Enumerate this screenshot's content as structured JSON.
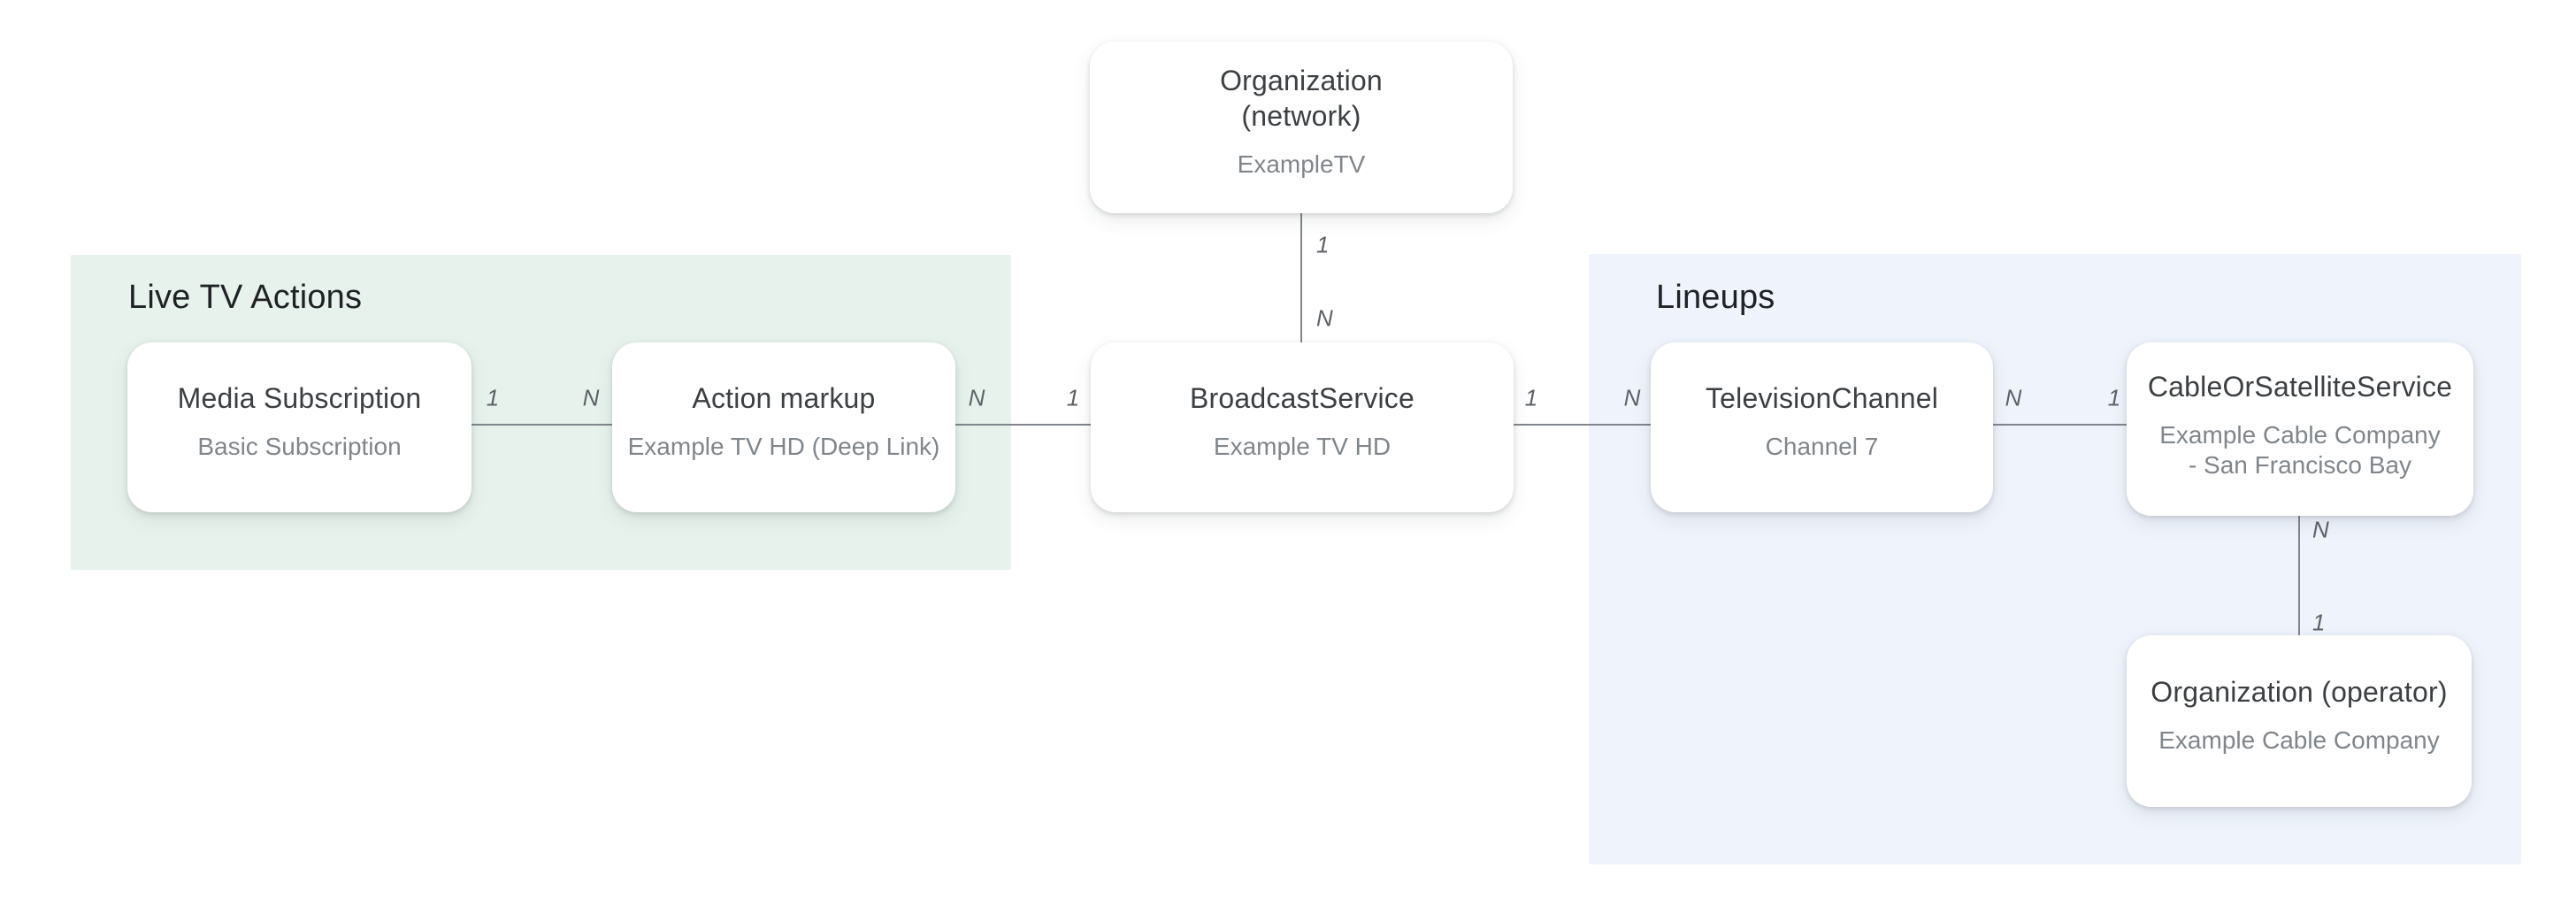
{
  "diagram": {
    "regions": {
      "live_tv": {
        "title": "Live TV Actions"
      },
      "lineups": {
        "title": "Lineups"
      }
    },
    "nodes": {
      "org_network": {
        "title": "Organization (network)",
        "subtitle": "ExampleTV"
      },
      "media_subscription": {
        "title": "Media Subscription",
        "subtitle": "Basic Subscription"
      },
      "action_markup": {
        "title": "Action markup",
        "subtitle": "Example TV HD (Deep Link)"
      },
      "broadcast_service": {
        "title": "BroadcastService",
        "subtitle": "Example TV HD"
      },
      "television_channel": {
        "title": "TelevisionChannel",
        "subtitle": "Channel 7"
      },
      "cable_or_satellite": {
        "title": "CableOrSatelliteService",
        "subtitle": "Example Cable Company - San Francisco Bay"
      },
      "org_operator": {
        "title": "Organization (operator)",
        "subtitle": "Example Cable Company"
      }
    },
    "edges": {
      "network_to_broadcast": {
        "top_label": "1",
        "bottom_label": "N"
      },
      "media_to_action": {
        "left_label": "1",
        "right_label": "N"
      },
      "action_to_broadcast": {
        "left_label": "N",
        "right_label": "1"
      },
      "broadcast_to_channel": {
        "left_label": "1",
        "right_label": "N"
      },
      "channel_to_cable": {
        "left_label": "N",
        "right_label": "1"
      },
      "cable_to_operator": {
        "top_label": "N",
        "bottom_label": "1"
      }
    },
    "colors": {
      "live_tv_panel_bg": "#e7f2ec",
      "lineups_panel_bg": "#eef3fc",
      "node_bg": "#ffffff",
      "node_title_text": "#3c4043",
      "node_subtitle_text": "#80868b",
      "panel_title_text": "#1f2125",
      "edge_line": "#80868b",
      "edge_label_text": "#5f6368"
    }
  }
}
